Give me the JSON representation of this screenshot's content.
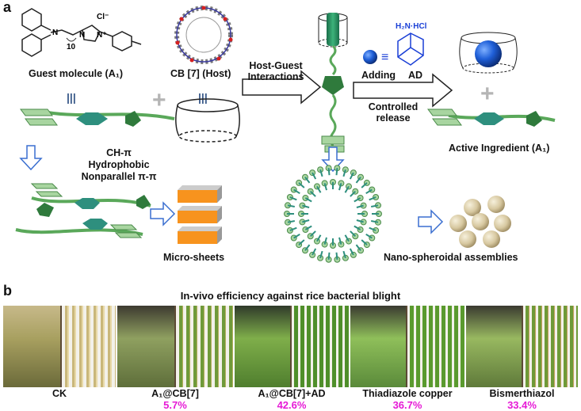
{
  "panel_a": {
    "letter": "a",
    "guest_label": "Guest molecule (A₁)",
    "host_label": "CB [7] (Host)",
    "interaction_label_1": "Host-Guest",
    "interaction_label_2": "Interactions",
    "adding_label": "Adding",
    "ad_label": "AD",
    "equals_sign": "≡",
    "h2n_label": "H₂N·HCl",
    "controlled_1": "Controlled",
    "controlled_2": "release",
    "active_label": "Active Ingredient (A₁)",
    "ch_pi": "CH-π",
    "hydrophobic": "Hydrophobic",
    "nonparallel": "Nonparallel π-π",
    "microsheets": "Micro-sheets",
    "nano_label": "Nano-spheroidal assemblies",
    "chem_cl": "Cl⁻",
    "chem_n1": "N",
    "chem_n2": "N",
    "chem_n3": "N⁺",
    "chem_10": "10",
    "triple_bar": "|||",
    "plus": "+"
  },
  "panel_b": {
    "letter": "b",
    "title": "In-vivo efficiency against rice bacterial blight",
    "treatments": [
      {
        "label": "CK",
        "percent": ""
      },
      {
        "label": "A₁@CB[7]",
        "percent": "5.7%"
      },
      {
        "label": "A₁@CB[7]+AD",
        "percent": "42.6%"
      },
      {
        "label": "Thiadiazole copper",
        "percent": "36.7%"
      },
      {
        "label": "Bismerthiazol",
        "percent": "33.4%"
      }
    ]
  },
  "colors": {
    "green_light": "#a8d5a0",
    "green_dark": "#2f7a3c",
    "teal": "#2e8f7e",
    "orange": "#f7931e",
    "arrow_blue": "#3a6fd0",
    "pink": "#e61ad6",
    "ad_blue": "#1a3fd6"
  }
}
